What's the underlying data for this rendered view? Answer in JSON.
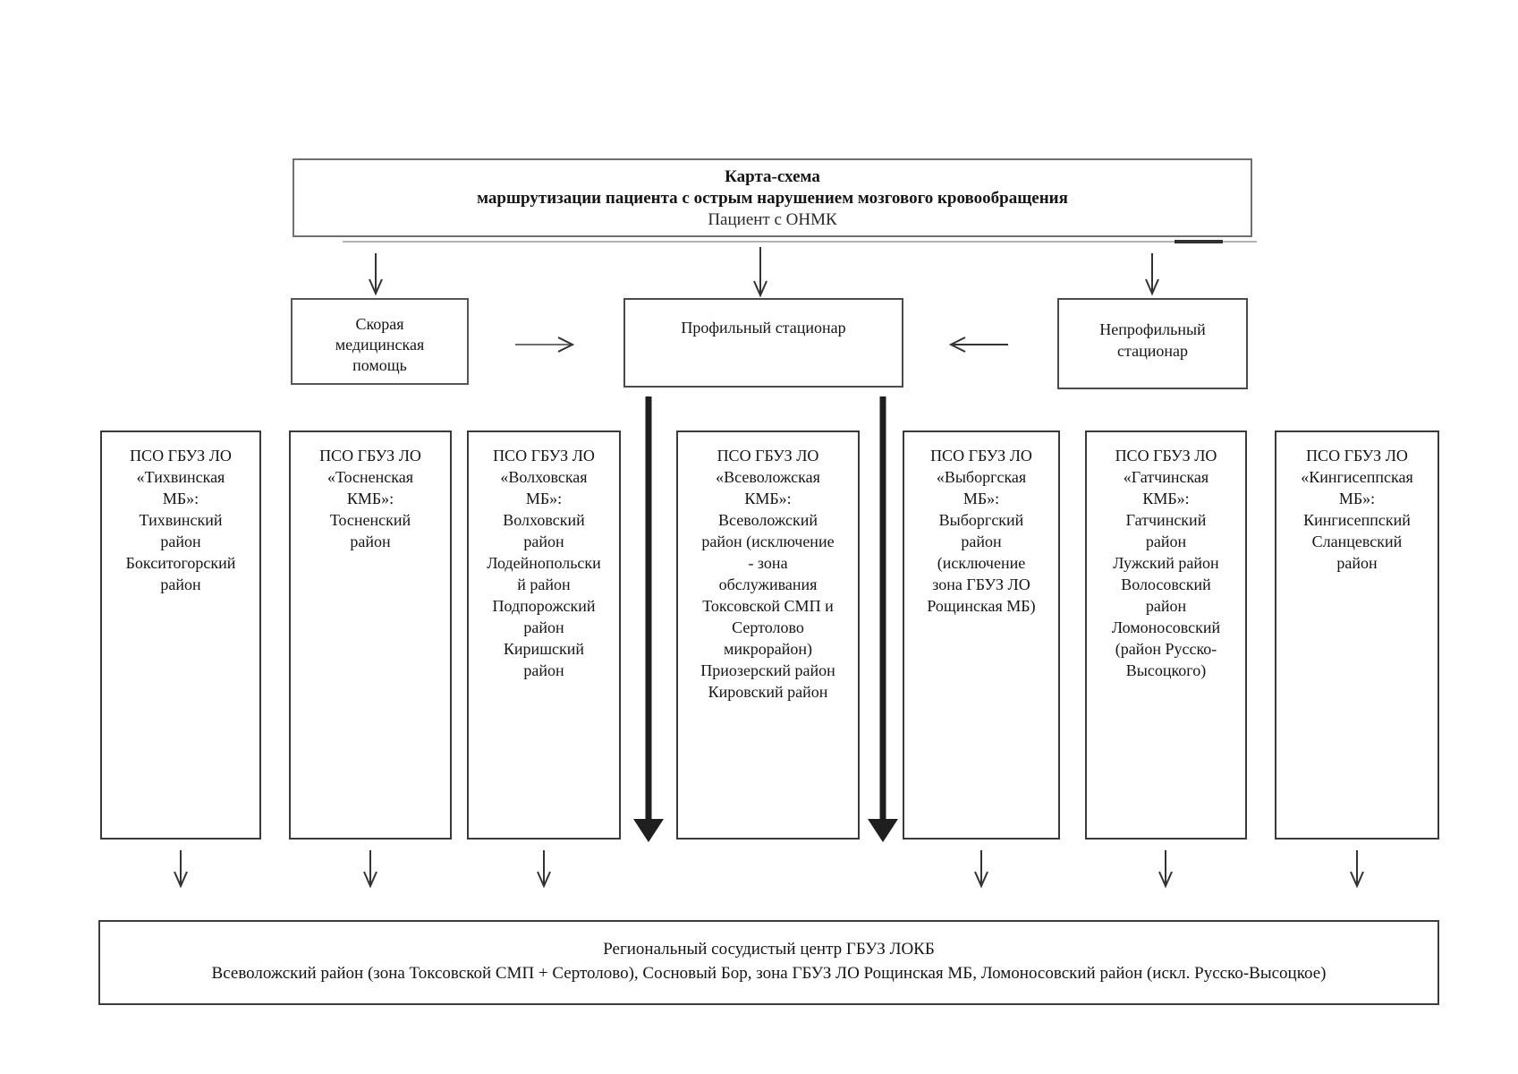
{
  "title_box": {
    "line1": "Карта-схема",
    "line2": "маршрутизации пациента с острым нарушением мозгового кровообращения",
    "line3": "Пациент с ОНМК"
  },
  "flow_boxes": {
    "ems": "Скорая\nмедицинская\nпомощь",
    "profile": "Профильный стационар",
    "nonprofile": "Непрофильный\nстационар"
  },
  "pso_boxes": [
    {
      "id": "tikhvin",
      "text": "ПСО ГБУЗ ЛО\n«Тихвинская\nМБ»:\nТихвинский\nрайон\nБокситогорский\nрайон"
    },
    {
      "id": "tosno",
      "text": "ПСО ГБУЗ ЛО\n«Тосненская\nКМБ»:\nТосненский\nрайон"
    },
    {
      "id": "volkhov",
      "text": "ПСО ГБУЗ ЛО\n«Волховская\nМБ»:\nВолховский\nрайон\nЛодейнопольски\nй район\nПодпорожский\nрайон\nКиришский\nрайон"
    },
    {
      "id": "vsevolozhsk",
      "text": "ПСО ГБУЗ ЛО\n«Всеволожская\nКМБ»:\nВсеволожский\nрайон (исключение\n- зона\nобслуживания\nТоксовской СМП и\nСертолово\nмикрорайон)\nПриозерский район\nКировский район"
    },
    {
      "id": "vyborg",
      "text": "ПСО ГБУЗ ЛО\n«Выборгская\nМБ»:\nВыборгский\nрайон\n(исключение\nзона ГБУЗ ЛО\nРощинская МБ)"
    },
    {
      "id": "gatchina",
      "text": "ПСО ГБУЗ ЛО\n«Гатчинская\nКМБ»:\nГатчинский\nрайон\nЛужский район\nВолосовский\nрайон\nЛомоносовский\n(район Русско-\nВысоцкого)"
    },
    {
      "id": "kingisepp",
      "text": "ПСО ГБУЗ ЛО\n«Кингисеппская\nМБ»:\nКингисеппский\nСланцевский\nрайон"
    }
  ],
  "regional_box": {
    "line1": "Региональный сосудистый центр ГБУЗ ЛОКБ",
    "line2": "Всеволожский район (зона Токсовской СМП + Сертолово), Сосновый Бор, зона ГБУЗ ЛО Рощинская МБ, Ломоносовский район (искл. Русско-Высоцкое)"
  },
  "colors": {
    "ink": "#151515",
    "border_dark": "#3a3a3a",
    "border_gray": "#6f6f6f",
    "arrow": "#2a2a2a",
    "artifact_gray": "#b3b3b3"
  }
}
